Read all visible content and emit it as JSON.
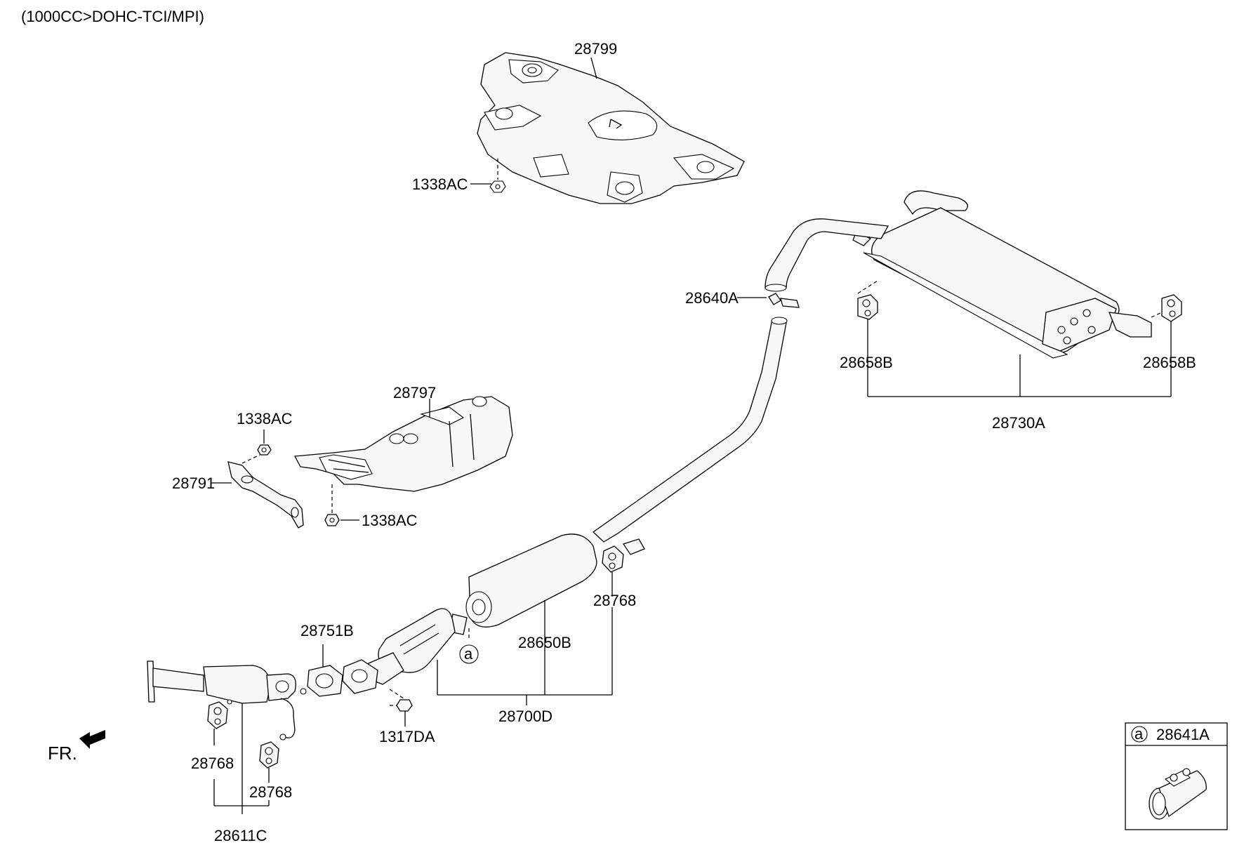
{
  "header": {
    "engine_note": "(1000CC>DOHC-TCI/MPI)"
  },
  "direction": {
    "front_label": "FR."
  },
  "parts": {
    "p28799": "28799",
    "p1338ac_top": "1338AC",
    "p28640a": "28640A",
    "p28658b_left": "28658B",
    "p28658b_right": "28658B",
    "p28730a": "28730A",
    "p28797": "28797",
    "p1338ac_mid": "1338AC",
    "p28791": "28791",
    "p1338ac_low": "1338AC",
    "p28768_hanger": "28768",
    "p28751b": "28751B",
    "p28650b": "28650B",
    "p1317da": "1317DA",
    "p28700d": "28700D",
    "p28768_left": "28768",
    "p28768_lower": "28768",
    "p28611c": "28611C",
    "ref_a": "a"
  },
  "inset": {
    "ref": "a",
    "part": "28641A"
  }
}
